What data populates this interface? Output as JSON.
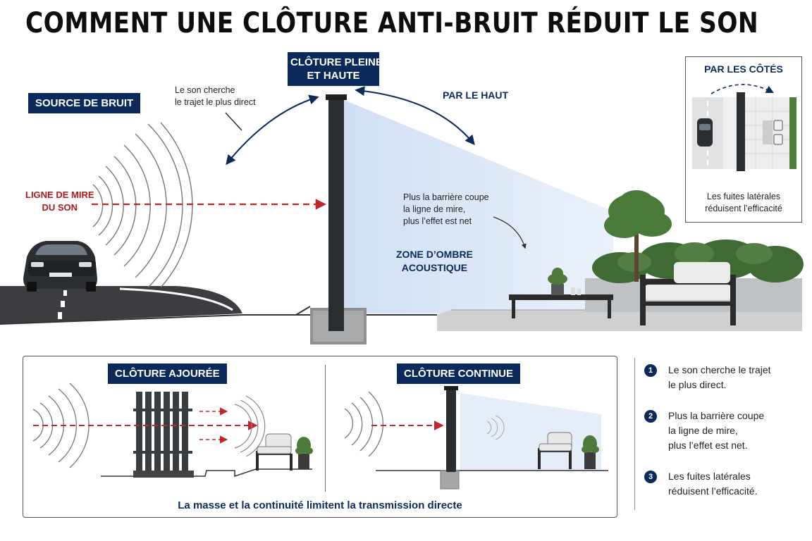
{
  "title": "COMMENT UNE CLÔTURE ANTI-BRUIT RÉDUIT LE SON",
  "labels": {
    "source": "SOURCE DE BRUIT",
    "fence_line1": "CLÔTURE PLEINE",
    "fence_line2": "ET HAUTE",
    "over_top": "PAR LE HAUT",
    "sides": "PAR LES CÔTÉS",
    "line_of_sight_1": "LIGNE DE MIRE",
    "line_of_sight_2": "DU SON",
    "shadow_1": "ZONE D’OMBRE",
    "shadow_2": "ACOUSTIQUE",
    "open_fence": "CLÔTURE AJOURÉE",
    "solid_fence": "CLÔTURE CONTINUE"
  },
  "notes": {
    "direct_1": "Le son cherche",
    "direct_2": "le trajet le plus direct",
    "cut_1": "Plus la barrière coupe",
    "cut_2": "la ligne de mire,",
    "cut_3": "plus l’effet est net",
    "leak_1": "Les fuites latérales",
    "leak_2": "réduisent l’efficacité",
    "bottom_caption": "La masse et la continuité limitent la transmission directe"
  },
  "steps": [
    {
      "num": "1",
      "line1": "Le son cherche le trajet",
      "line2": "le plus direct.",
      "line3": ""
    },
    {
      "num": "2",
      "line1": "Plus la barrière coupe",
      "line2": "la ligne de mire,",
      "line3": "plus l’effet est net."
    },
    {
      "num": "3",
      "line1": "Les fuites latérales",
      "line2": "réduisent l’efficacité.",
      "line3": ""
    }
  ],
  "colors": {
    "navy": "#0b2a5b",
    "red_dash": "#c0262a",
    "shadow_zone": "#dbe7f6",
    "fence": "#2a2d30",
    "road": "#3b3d40"
  }
}
